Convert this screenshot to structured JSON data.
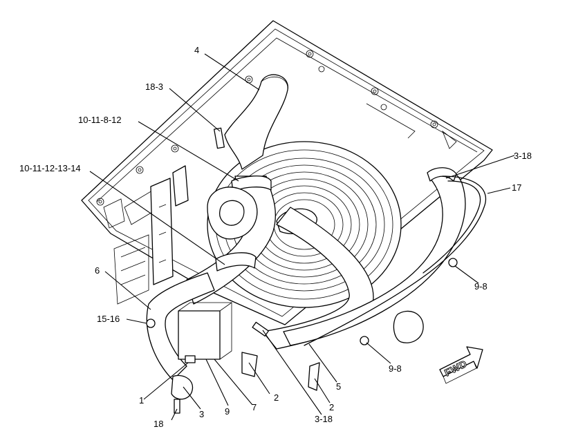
{
  "callouts": {
    "c4": "4",
    "c18_3": "18-3",
    "c10_11_8_12": "10-11-8-12",
    "c10_11_12_13_14": "10-11-12-13-14",
    "c3_18_top": "3-18",
    "c17": "17",
    "c6": "6",
    "c15_16": "15-16",
    "c9_8_right": "9-8",
    "c9_8_mid": "9-8",
    "c5": "5",
    "c2_right": "2",
    "c2_left": "2",
    "c1": "1",
    "c3": "3",
    "c9": "9",
    "c7": "7",
    "c18": "18",
    "c3_18_bottom": "3-18"
  },
  "fwd_arrow": {
    "label": "FWD"
  }
}
